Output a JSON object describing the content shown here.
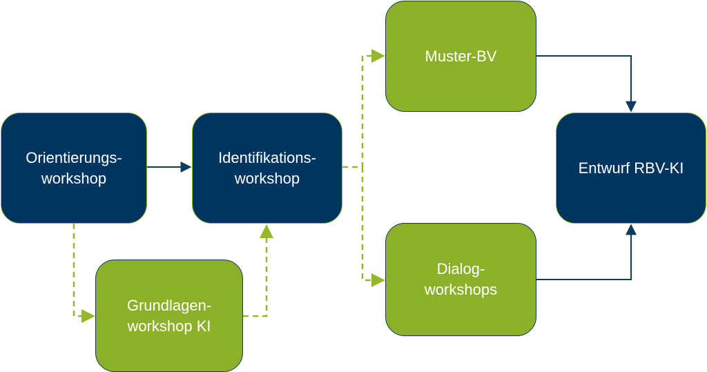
{
  "colors": {
    "dark_blue": "#003560",
    "green": "#8db02a",
    "connector_dark": "#0e3a5c",
    "connector_dashed": "#95b72c"
  },
  "nodes": {
    "orientierung": "Orientierungs-\nworkshop",
    "identifikation": "Identifikations-\nworkshop",
    "grundlagen": "Grundlagen-\nworkshop KI",
    "muster": "Muster-BV",
    "dialog": "Dialog-\nworkshops",
    "entwurf": "Entwurf RBV-KI"
  }
}
